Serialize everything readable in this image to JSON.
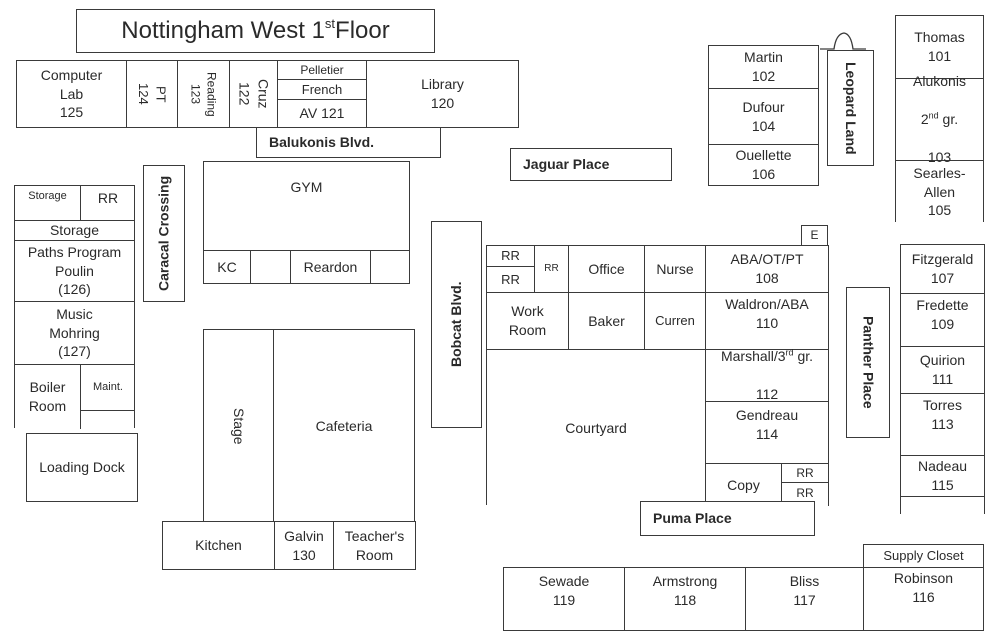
{
  "title": "Nottingham West 1st Floor",
  "title_parts": {
    "prefix": "Nottingham West 1",
    "sup": "st",
    "suffix": " Floor"
  },
  "streets": {
    "balukonis": "Balukonis Blvd.",
    "jaguar": "Jaguar Place",
    "leopard": "Leopard Land",
    "caracal": "Caracal Crossing",
    "bobcat": "Bobcat Blvd.",
    "panther": "Panther Place",
    "puma": "Puma Place"
  },
  "top_row": {
    "computer_lab": "Computer\nLab\n125",
    "pt": "PT\n124",
    "reading": "Reading\n123",
    "cruz": "Cruz\n122",
    "pelletier": "Pelletier",
    "french": "French",
    "av": "AV  121",
    "library": "Library\n120"
  },
  "west_wing": {
    "storage_small": "Storage",
    "rr": "RR",
    "storage": "Storage",
    "paths": "Paths Program\nPoulin\n(126)",
    "music": "Music\nMohring\n(127)",
    "boiler": "Boiler\nRoom",
    "maint": "Maint.",
    "loading_dock": "Loading Dock"
  },
  "gym_block": {
    "gym": "GYM",
    "kc": "KC",
    "reardon": "Reardon"
  },
  "cafeteria_block": {
    "stage": "Stage",
    "cafeteria": "Cafeteria",
    "kitchen": "Kitchen",
    "galvin": "Galvin\n130",
    "teachers_room": "Teacher's\nRoom"
  },
  "northeast": {
    "martin": "Martin\n102",
    "dufour": "Dufour\n104",
    "ouellette": "Ouellette\n106",
    "thomas": "Thomas\n101",
    "alukonis_name": "Alukonis",
    "alukonis_grade_num": "2",
    "alukonis_grade_sup": "nd",
    "alukonis_grade_suffix": " gr.",
    "alukonis_room": "103",
    "searles": "Searles-\nAllen\n105"
  },
  "office_block": {
    "e": "E",
    "rr1": "RR",
    "rr2": "RR",
    "rr3": "RR",
    "office": "Office",
    "nurse": "Nurse",
    "aba": "ABA/OT/PT\n108",
    "work_room": "Work\nRoom",
    "baker": "Baker",
    "curren": "Curren",
    "waldron": "Waldron/ABA\n110",
    "marshall_name": "Marshall/3",
    "marshall_sup": "rd",
    "marshall_suffix": " gr.",
    "marshall_room": "112",
    "gendreau": "Gendreau\n114",
    "courtyard": "Courtyard",
    "copy": "Copy",
    "rr4": "RR",
    "rr5": "RR"
  },
  "east_wing": {
    "fitzgerald": "Fitzgerald\n107",
    "fredette": "Fredette\n109",
    "quirion": "Quirion\n111",
    "torres": "Torres\n113",
    "nadeau": "Nadeau\n115"
  },
  "south_row": {
    "sewade": "Sewade\n119",
    "armstrong": "Armstrong\n118",
    "bliss": "Bliss\n117",
    "supply_closet": "Supply Closet",
    "robinson": "Robinson\n116"
  }
}
